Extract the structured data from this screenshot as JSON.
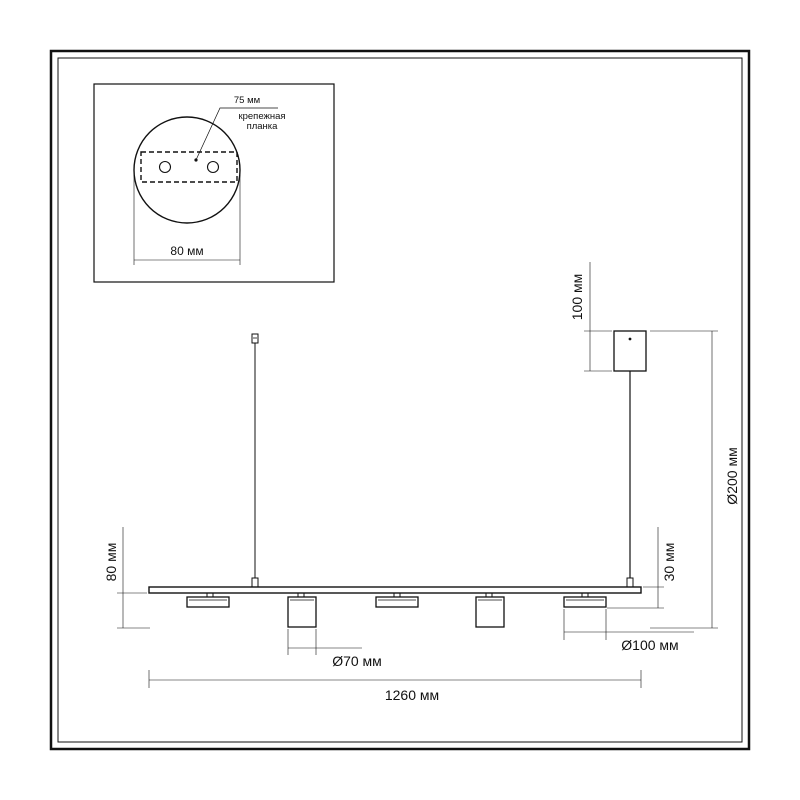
{
  "inset": {
    "plate_width_label": "80 мм",
    "bracket_size_label": "75 мм",
    "bracket_name_line1": "крепежная",
    "bracket_name_line2": "планка"
  },
  "dimensions": {
    "canopy_height": "100 мм",
    "suspension_length": "Ø200 мм",
    "drop_height": "80 мм",
    "bar_height": "30 мм",
    "small_shade_diameter": "Ø70 мм",
    "large_shade_diameter": "Ø100 мм",
    "total_length": "1260 мм"
  },
  "colors": {
    "line": "#111111",
    "background": "#ffffff"
  }
}
